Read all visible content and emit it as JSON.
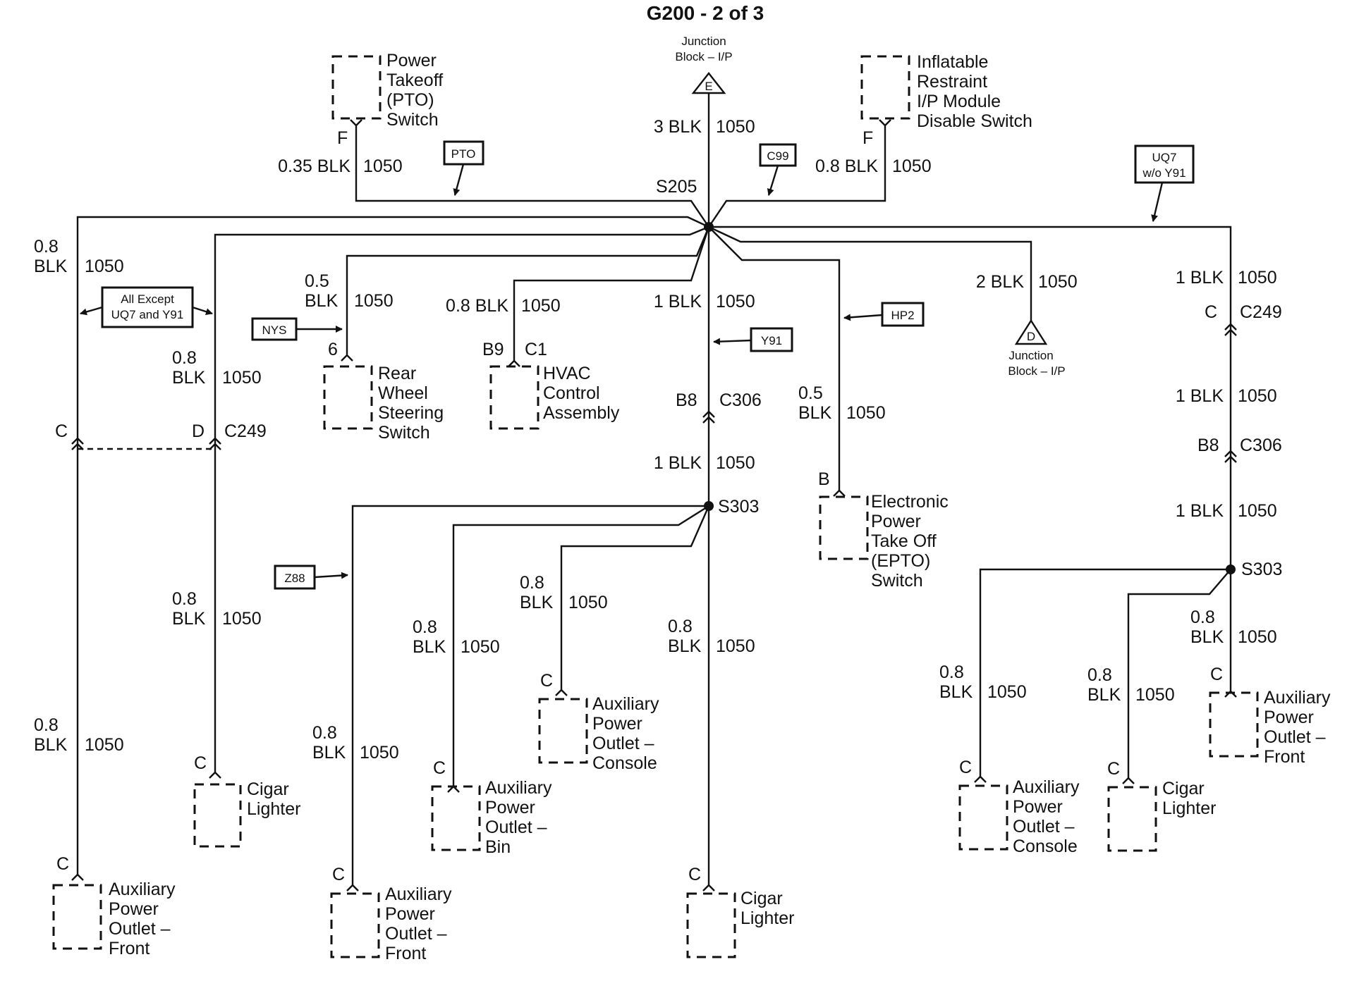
{
  "title": "G200 - 2 of 3",
  "splices": {
    "s205": "S205",
    "s303_left": "S303",
    "s303_right": "S303"
  },
  "junction_top": {
    "lines": [
      "Junction",
      "Block – I/P"
    ],
    "pin": "E"
  },
  "junction_d": {
    "lines": [
      "Junction",
      "Block – I/P"
    ],
    "pin": "D"
  },
  "option_tags": {
    "pto": "PTO",
    "c99": "C99",
    "uq7": [
      "UQ7",
      "w/o Y91"
    ],
    "all_except": [
      "All Except",
      "UQ7 and Y91"
    ],
    "nys": "NYS",
    "y91": "Y91",
    "hp2": "HP2",
    "z88": "Z88"
  },
  "components": {
    "pto_switch": [
      "Power",
      "Takeoff",
      "(PTO)",
      "Switch"
    ],
    "inflatable": [
      "Inflatable",
      "Restraint",
      "I/P Module",
      "Disable Switch"
    ],
    "rear_wheel": [
      "Rear",
      "Wheel",
      "Steering",
      "Switch"
    ],
    "hvac": [
      "HVAC",
      "Control",
      "Assembly"
    ],
    "epto": [
      "Electronic",
      "Power",
      "Take Off",
      "(EPTO)",
      "Switch"
    ],
    "cigar_left": [
      "Cigar",
      "Lighter"
    ],
    "aux_front_left": [
      "Auxiliary",
      "Power",
      "Outlet –",
      "Front"
    ],
    "aux_front_mid": [
      "Auxiliary",
      "Power",
      "Outlet –",
      "Front"
    ],
    "aux_bin": [
      "Auxiliary",
      "Power",
      "Outlet –",
      "Bin"
    ],
    "aux_console_mid": [
      "Auxiliary",
      "Power",
      "Outlet –",
      "Console"
    ],
    "cigar_mid": [
      "Cigar",
      "Lighter"
    ],
    "aux_console_right": [
      "Auxiliary",
      "Power",
      "Outlet –",
      "Console"
    ],
    "cigar_right": [
      "Cigar",
      "Lighter"
    ],
    "aux_front_right": [
      "Auxiliary",
      "Power",
      "Outlet –",
      "Front"
    ]
  },
  "pins": {
    "pto_f": "F",
    "inf_f": "F",
    "rear_6": "6",
    "hvac_b9": "B9",
    "hvac_c1": "C1",
    "epto_b": "B",
    "cigar_left_c": "C",
    "aux_front_left_c": "C",
    "aux_front_mid_c": "C",
    "aux_bin_c": "C",
    "aux_console_mid_c": "C",
    "cigar_mid_c": "C",
    "aux_console_right_c": "C",
    "cigar_right_c": "C",
    "aux_front_right_c": "C"
  },
  "connectors": {
    "c249_left_c": "C",
    "c249_left_d": "D",
    "c249_left_name": "C249",
    "c306_mid_pin": "B8",
    "c306_mid_name": "C306",
    "c249_right_pin": "C",
    "c249_right_name": "C249",
    "c306_right_pin": "B8",
    "c306_right_name": "C306"
  },
  "wires": {
    "pto": {
      "gauge": "0.35 BLK",
      "circuit": "1050"
    },
    "junction_e": {
      "gauge": "3 BLK",
      "circuit": "1050"
    },
    "inflatable": {
      "gauge": "0.8 BLK",
      "circuit": "1050"
    },
    "left_outer_top": {
      "gauge_a": "0.8",
      "gauge_b": "BLK",
      "circuit": "1050"
    },
    "left_outer_bottom": {
      "gauge_a": "0.8",
      "gauge_b": "BLK",
      "circuit": "1050"
    },
    "left_inner_top": {
      "gauge_a": "0.8",
      "gauge_b": "BLK",
      "circuit": "1050"
    },
    "left_inner_bottom": {
      "gauge_a": "0.8",
      "gauge_b": "BLK",
      "circuit": "1050"
    },
    "rear_wheel": {
      "gauge_a": "0.5",
      "gauge_b": "BLK",
      "circuit": "1050"
    },
    "hvac": {
      "gauge": "0.8 BLK",
      "circuit": "1050"
    },
    "center_top": {
      "gauge": "1 BLK",
      "circuit": "1050"
    },
    "center_mid": {
      "gauge": "1 BLK",
      "circuit": "1050"
    },
    "epto": {
      "gauge_a": "0.5",
      "gauge_b": "BLK",
      "circuit": "1050"
    },
    "junction_d": {
      "gauge": "2 BLK",
      "circuit": "1050"
    },
    "right_top": {
      "gauge": "1 BLK",
      "circuit": "1050"
    },
    "right_mid": {
      "gauge": "1 BLK",
      "circuit": "1050"
    },
    "right_low": {
      "gauge": "1 BLK",
      "circuit": "1050"
    },
    "aux_front_mid": {
      "gauge_a": "0.8",
      "gauge_b": "BLK",
      "circuit": "1050"
    },
    "aux_bin": {
      "gauge_a": "0.8",
      "gauge_b": "BLK",
      "circuit": "1050"
    },
    "aux_console_mid": {
      "gauge_a": "0.8",
      "gauge_b": "BLK",
      "circuit": "1050"
    },
    "cigar_mid": {
      "gauge_a": "0.8",
      "gauge_b": "BLK",
      "circuit": "1050"
    },
    "aux_console_right": {
      "gauge_a": "0.8",
      "gauge_b": "BLK",
      "circuit": "1050"
    },
    "cigar_right": {
      "gauge_a": "0.8",
      "gauge_b": "BLK",
      "circuit": "1050"
    },
    "aux_front_right": {
      "gauge_a": "0.8",
      "gauge_b": "BLK",
      "circuit": "1050"
    }
  }
}
